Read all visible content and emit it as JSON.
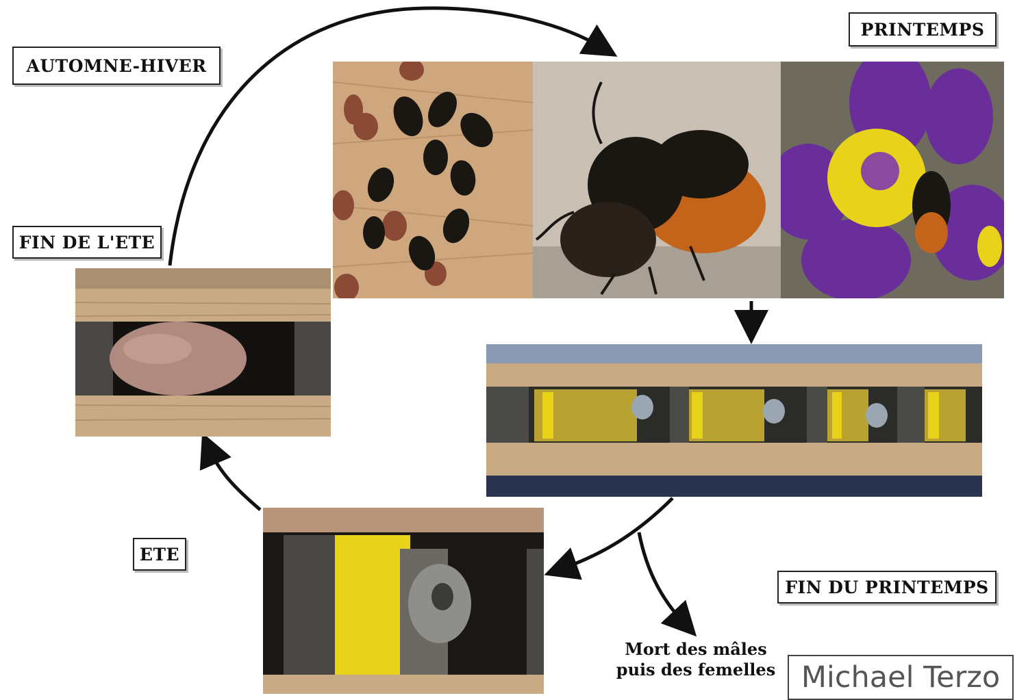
{
  "stages": {
    "autumn_winter": "AUTOMNE-HIVER",
    "spring": "PRINTEMPS",
    "end_of_summer": "FIN DE L'ETE",
    "summer": "ETE",
    "end_of_spring": "FIN DU PRINTEMPS"
  },
  "death_note": {
    "line1": "Mort des mâles",
    "line2": "puis des femelles"
  },
  "credit": "Michael Terzo",
  "colors": {
    "wood": "#c8ab85",
    "pollen_yellow": "#e8d21a",
    "flower_purple": "#6a2e9a",
    "bee_dark": "#1a1612",
    "bee_orange": "#c4631a",
    "arrow": "#111111"
  }
}
